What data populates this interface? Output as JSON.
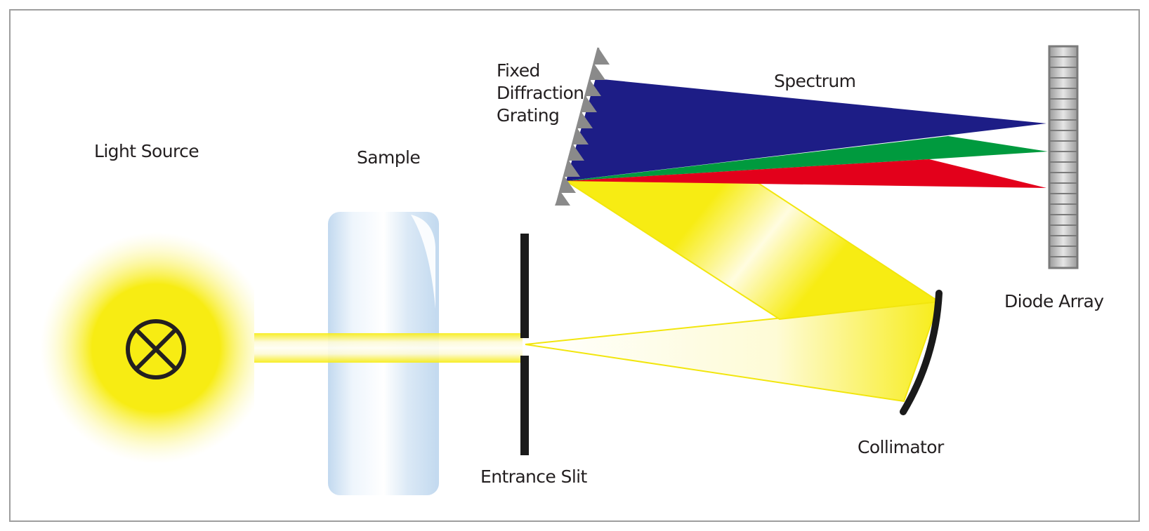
{
  "labels": {
    "light_source": "Light Source",
    "sample": "Sample",
    "entrance_slit": "Entrance Slit",
    "grating_line1": "Fixed",
    "grating_line2": "Diffraction",
    "grating_line3": "Grating",
    "spectrum": "Spectrum",
    "diode_array": "Diode Array",
    "collimator": "Collimator"
  },
  "colors": {
    "light": "#f7ec13",
    "spectrum_blue": "#1d1d86",
    "spectrum_green": "#009a3e",
    "spectrum_red": "#e3001b",
    "sample_glass": "#c4dbef",
    "grating_teeth": "#8a8a8a",
    "slit": "#1a1a1a",
    "frame": "#9e9e9e"
  },
  "icons": {
    "lamp": "lamp-icon"
  }
}
